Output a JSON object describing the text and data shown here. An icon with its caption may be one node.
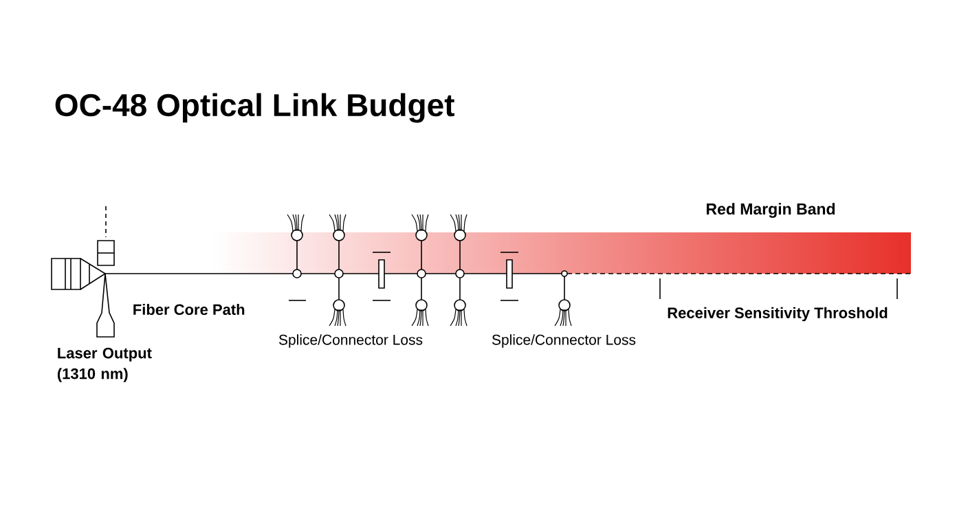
{
  "diagram": {
    "title": "OC-48 Optical Link Budget",
    "nodes": [
      {
        "text": [
          "Red Margin Band"
        ]
      }
    ],
    "labels": [
      "Fiber Core Path",
      "Laser Output (1310 nm)",
      "Splice/Connector Loss",
      "Splice/Connector Loss",
      "Receiver Sensitivity Throshold"
    ]
  }
}
